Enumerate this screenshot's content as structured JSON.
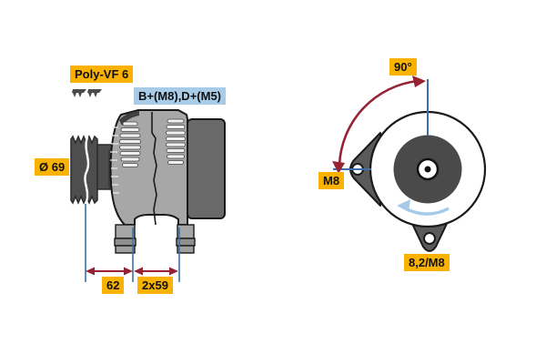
{
  "page": {
    "type": "technical-part-diagram",
    "subject": "alternator dimensional drawing, side view and front view",
    "background": "#FFFFFF"
  },
  "labels": {
    "belt_type": "Poly-VF 6",
    "terminals": "B+(M8),D+(M5)",
    "pulley_diameter": "Ø 69",
    "dim_pulley_to_mount": "62",
    "dim_mount_spacing": "2x59",
    "mount_angle": "90°",
    "mount_thread": "M8",
    "mount_hole": "8,2/M8"
  },
  "icons": {
    "belt_profile": "poly-v-belt-profile-icon",
    "angle_arc": "angle-dimension-arc-icon",
    "rotation": "rotation-direction-arrow-icon"
  },
  "colors": {
    "label_yellow": "#F9B200",
    "label_blue": "#A8CBE8",
    "dimension_line_blue": "#3A72A8",
    "dimension_arrow_red": "#962333",
    "rotation_arrow_blue": "#A6CBEA",
    "body_gray": "#A7A7A7",
    "pulley_dark_gray": "#4E4E4E",
    "rear_cover_gray": "#696969",
    "lug_gray": "#5A5A5A",
    "outline": "#1A1A1A",
    "text": "#101010"
  }
}
